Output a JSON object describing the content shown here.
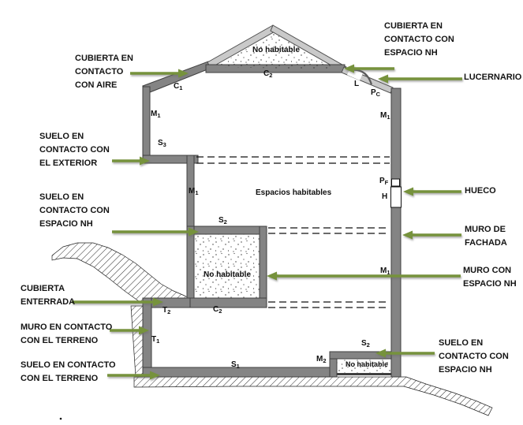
{
  "colors": {
    "arrow_green": "#76923C",
    "wall_gray": "#848484",
    "roof_light_gray": "#C9C9C9",
    "text": "#141414"
  },
  "callouts": {
    "left": [
      {
        "id": "cubierta-aire",
        "lines": [
          "CUBIERTA EN",
          "CONTACTO",
          "CON AIRE"
        ]
      },
      {
        "id": "suelo-exterior",
        "lines": [
          "SUELO EN",
          "CONTACTO CON",
          "EL EXTERIOR"
        ]
      },
      {
        "id": "suelo-espacio-nh",
        "lines": [
          "SUELO EN",
          "CONTACTO CON",
          "ESPACIO NH"
        ]
      },
      {
        "id": "cubierta-enterrada",
        "lines": [
          "CUBIERTA",
          "ENTERRADA"
        ]
      },
      {
        "id": "muro-terreno",
        "lines": [
          "MURO EN CONTACTO",
          "CON EL TERRENO"
        ]
      },
      {
        "id": "suelo-terreno",
        "lines": [
          "SUELO EN CONTACTO",
          "CON EL TERRENO"
        ]
      }
    ],
    "right": [
      {
        "id": "cubierta-espacio-nh",
        "lines": [
          "CUBIERTA EN",
          "CONTACTO CON",
          "ESPACIO NH"
        ]
      },
      {
        "id": "lucernario",
        "lines": [
          "LUCERNARIO"
        ]
      },
      {
        "id": "hueco",
        "lines": [
          "HUECO"
        ]
      },
      {
        "id": "muro-fachada",
        "lines": [
          "MURO DE",
          "FACHADA"
        ]
      },
      {
        "id": "muro-espacio-nh",
        "lines": [
          "MURO CON",
          "ESPACIO NH"
        ]
      },
      {
        "id": "suelo-espacio-nh-2",
        "lines": [
          "SUELO EN",
          "CONTACTO CON",
          "ESPACIO NH"
        ]
      }
    ]
  },
  "codes": {
    "c1": {
      "base": "C",
      "sub": "1"
    },
    "c2_ceiling": {
      "base": "C",
      "sub": "2"
    },
    "c2_buried": {
      "base": "C",
      "sub": "2"
    },
    "m1_left_upper": {
      "base": "M",
      "sub": "1"
    },
    "m1_left_lower": {
      "base": "M",
      "sub": "1"
    },
    "m1_right_upper": {
      "base": "M",
      "sub": "1"
    },
    "m1_right_mid": {
      "base": "M",
      "sub": "1"
    },
    "m2": {
      "base": "M",
      "sub": "2"
    },
    "s1": {
      "base": "S",
      "sub": "1"
    },
    "s2_mid": {
      "base": "S",
      "sub": "2"
    },
    "s2_bottom": {
      "base": "S",
      "sub": "2"
    },
    "s3": {
      "base": "S",
      "sub": "3"
    },
    "t1": {
      "base": "T",
      "sub": "1"
    },
    "t2": {
      "base": "T",
      "sub": "2"
    },
    "l": {
      "base": "L",
      "sub": ""
    },
    "pc": {
      "base": "P",
      "sub": "C"
    },
    "pf": {
      "base": "P",
      "sub": "F"
    },
    "h": {
      "base": "H",
      "sub": ""
    }
  },
  "areas": {
    "attic": "No habitable",
    "habitable": "Espacios habitables",
    "middle_nh": "No habitable",
    "bottom_nh": "No habitable"
  }
}
